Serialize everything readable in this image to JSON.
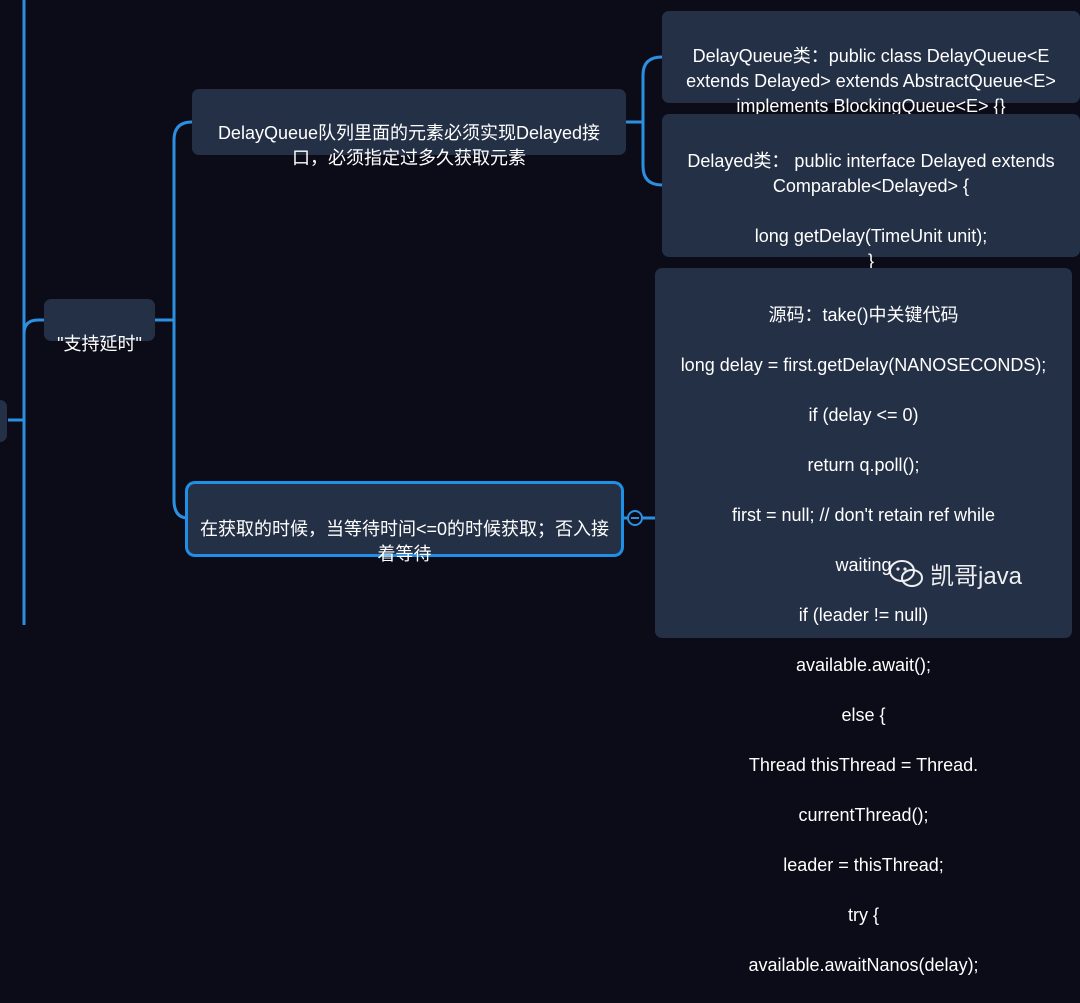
{
  "nodes": {
    "support_delay": "\"支持延时\"",
    "delayed_interface": "DelayQueue队列里面的元素必须实现Delayed接口，必须指定过多久获取元素",
    "timing": "在获取的时候，当等待时间<=0的时候获取；否入接着等待",
    "delayqueue_class": "DelayQueue类：public class DelayQueue<E extends Delayed> extends AbstractQueue<E> implements BlockingQueue<E> {}",
    "delayed_class": "Delayed类： public interface Delayed extends Comparable<Delayed> {\n\nlong getDelay(TimeUnit unit);\n}",
    "source_code_lines": [
      "源码：take()中关键代码",
      "long delay = first.getDelay(NANOSECONDS);",
      "if (delay <= 0)",
      "return q.poll();",
      "first = null; // don't retain ref while",
      "waiting",
      "if (leader != null)",
      "available.await();",
      "else {",
      "Thread thisThread = Thread.",
      "currentThread();",
      "leader = thisThread;",
      "try {",
      "available.awaitNanos(delay);"
    ]
  },
  "watermark": {
    "text": "凯哥java"
  },
  "colors": {
    "background": "#0b0c17",
    "node_fill": "#243046",
    "connector": "#2d8fe0",
    "text": "#ffffff"
  }
}
